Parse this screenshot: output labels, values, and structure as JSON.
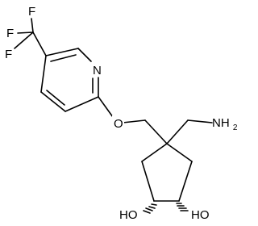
{
  "molecule": {
    "labels": {
      "fluorine_1": "F",
      "fluorine_2": "F",
      "fluorine_3": "F",
      "pyridine_nitrogen": "N",
      "ether_oxygen": "O",
      "amine_prefix": "NH",
      "amine_subscript": "2",
      "hydroxyl_left": "HO",
      "hydroxyl_right": "HO"
    }
  }
}
